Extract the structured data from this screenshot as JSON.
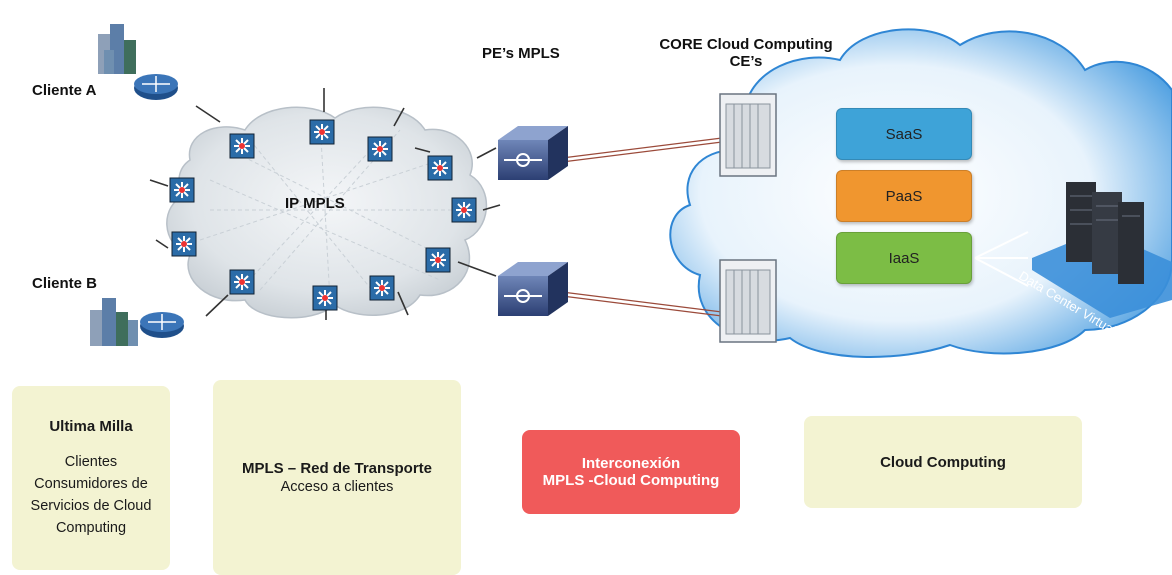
{
  "labels": {
    "client_a": "Cliente A",
    "client_b": "Cliente B",
    "ip_mpls": "IP  MPLS",
    "pe_mpls": "PE’s MPLS",
    "core_line1": "CORE Cloud Computing",
    "core_line2": "CE’s"
  },
  "services": [
    {
      "label": "SaaS",
      "color": "#3ea3d8"
    },
    {
      "label": "PaaS",
      "color": "#f0962f"
    },
    {
      "label": "IaaS",
      "color": "#7cbd45"
    }
  ],
  "datacenter_label": "Data Center Virtual",
  "boxes": {
    "ultima_milla": {
      "title": "Ultima Milla",
      "body": [
        "Clientes",
        "Consumidores de",
        "Servicios de Cloud",
        "Computing"
      ]
    },
    "mpls_transport": {
      "title": "MPLS – Red de Transporte",
      "body": "Acceso a clientes"
    },
    "interconexion": {
      "line1": "Interconexión",
      "line2": "MPLS -Cloud Computing",
      "color": "#f05a5a"
    },
    "cloud_computing": {
      "title": "Cloud Computing"
    }
  }
}
